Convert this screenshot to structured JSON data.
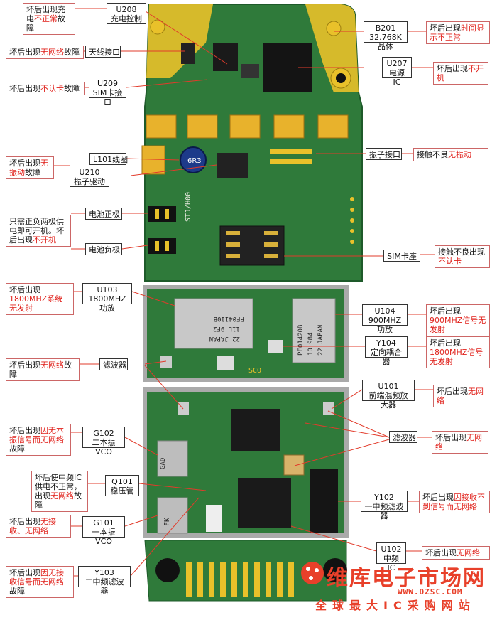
{
  "labels": {
    "u208": "U208\n充电控制",
    "b201": "B201\n32.768K晶体",
    "antenna": "天线接口",
    "u207": "U207\n电源IC",
    "u209": "U209\nSIM卡接口",
    "l101": "L101线圈",
    "u210": "U210\n振子驱动",
    "vib": "振子接口",
    "bat_pos": "电池正极",
    "bat_neg": "电池负极",
    "sim_seat": "SIM卡座",
    "u103": "U103\n1800MHZ功放",
    "u104": "U104\n900MHZ功放",
    "y104": "Y104\n定向耦合器",
    "filter1": "滤波器",
    "u101": "U101\n前端混频放大器",
    "g102": "G102\n二本振VCO",
    "filter2": "滤波器",
    "q101": "Q101\n稳压管",
    "y102": "Y102\n一中频滤波器",
    "g101": "G101\n一本振VCO",
    "u102": "U102\n中频IC",
    "y103": "Y103\n二中频滤波器"
  },
  "annotations": {
    "u208": {
      "pre": "坏后出现充电",
      "red": "不正常",
      "post": "故障"
    },
    "b201": {
      "pre": "坏后出现",
      "red": "时间显示不正常",
      "post": ""
    },
    "antenna": {
      "pre": "坏后出现",
      "red": "无网络",
      "post": "故障"
    },
    "u207": {
      "pre": "坏后出现",
      "red": "不开机",
      "post": ""
    },
    "u209": {
      "pre": "坏后出现",
      "red": "不认卡",
      "post": "故障"
    },
    "vib_motor": {
      "pre": "坏后出现",
      "red": "无振动",
      "post": "故障"
    },
    "vib": {
      "pre": "接触不良",
      "red": "无振动",
      "post": ""
    },
    "battery": {
      "pre": "只需正负两极供电即可开机。坏后出现",
      "red": "不开机",
      "post": ""
    },
    "sim_seat": {
      "pre": "接触不良出现",
      "red": "不认卡",
      "post": ""
    },
    "u103": {
      "pre": "坏后出现",
      "red": "1800MHZ系统无发射",
      "post": ""
    },
    "u104": {
      "pre": "坏后出现",
      "red": "900MHZ信号无发射",
      "post": ""
    },
    "y104": {
      "pre": "坏后出现",
      "red": "1800MHZ信号无发射",
      "post": ""
    },
    "filter1": {
      "pre": "坏后出现",
      "red": "无网络",
      "post": "故障"
    },
    "u101": {
      "pre": "坏后出现",
      "red": "无网络",
      "post": ""
    },
    "g102": {
      "pre": "坏后出现",
      "red": "因无本振信号而无网络",
      "post": "故障"
    },
    "filter2": {
      "pre": "坏后出现",
      "red": "无网络",
      "post": ""
    },
    "q101": {
      "pre": "坏后使中频IC供电不正常，出现",
      "red": "无网络",
      "post": "故障"
    },
    "y102": {
      "pre": "坏后出现",
      "red": "因接收不到信号而无网络",
      "post": ""
    },
    "g101": {
      "pre": "坏后出现",
      "red": "无接收、无网络",
      "post": ""
    },
    "u102": {
      "pre": "坏后出现",
      "red": "无网络",
      "post": ""
    },
    "y103": {
      "pre": "坏后出现",
      "red": "因无接收信号而无网络",
      "post": "故障"
    }
  },
  "chip_text": {
    "c6r3": "6R3",
    "stj": "STJ/H00",
    "pf1": "PF04110B",
    "pf1b": "11L 9F2",
    "pf1c": "22 JAPAN",
    "pf2": "PF01420B",
    "pf2b": "10 984",
    "pf2c": "22 JAPAN",
    "sco": "SCO",
    "g102chip": "GAD",
    "g101chip": "FK"
  },
  "watermark": {
    "title": "维库电子市场网",
    "url": "WWW.DZSC.COM",
    "slogan": "全球最大IC采购网站"
  },
  "colors": {
    "pcb": "#2f7a3a",
    "pcb_dark": "#1e5a2a",
    "gold": "#e9c12a",
    "shield": "#c9c9c9",
    "red": "#e0201a"
  }
}
